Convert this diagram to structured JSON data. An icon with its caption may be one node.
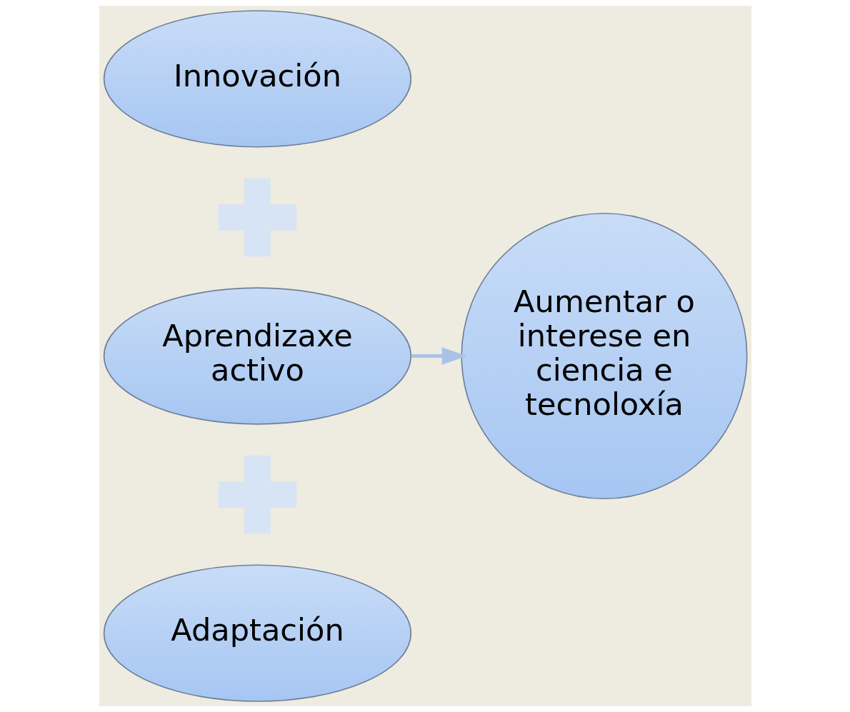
{
  "diagram": {
    "nodes": [
      {
        "text": [
          "Innovación"
        ]
      },
      {
        "text": [],
        "shape": "plus"
      },
      {
        "text": [
          "Aprendizaxe activo"
        ]
      },
      {
        "text": [],
        "shape": "plus"
      },
      {
        "text": [
          "Adaptación"
        ]
      },
      {
        "text": [
          "Aumentar o interese en ciencia e tecnoloxía"
        ]
      }
    ],
    "edges": [
      {
        "from": 2,
        "to": 5,
        "arrow": "to"
      }
    ]
  }
}
